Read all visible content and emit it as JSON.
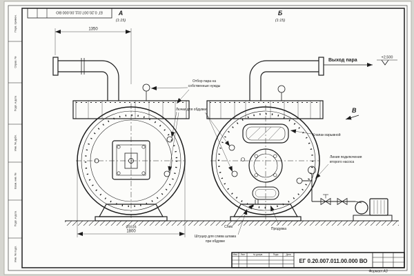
{
  "stamps": {
    "top_inverted": "ЕГ 0.20.007.011.00.000 ВО",
    "doc_number": "ЕГ 0.20.007.011.00.000 ВО",
    "format_label": "Формат А3",
    "header_cols": [
      "Изм.",
      "Лист",
      "№ докум.",
      "Подп.",
      "Дата"
    ]
  },
  "side_strip": {
    "cells": [
      "Перв. примен.",
      "Справ. №",
      "Подп. и дата",
      "Инв. № дубл.",
      "Взам. инв. №",
      "Подп. и дата",
      "Инв. № подл."
    ]
  },
  "views": {
    "a_label": "А",
    "a_scale": "(1:15)",
    "b_label": "Б",
    "b_scale": "(1:15)",
    "v_label": "В"
  },
  "dimensions": {
    "pipe_span": "1350",
    "base_width": "1800",
    "diameter": "Ø1616",
    "elevation": "+2,500"
  },
  "callouts": {
    "steam_outlet": "Выход пара",
    "own_needs_1": "Отбор пара на",
    "own_needs_2": "собственные нужды",
    "soot_hatches": "Лючки для обдувки",
    "explosion_valve": "Клапан взрывной",
    "pump_line_1": "Линия подключения",
    "pump_line_2": "второго насоса",
    "drain": "Слив",
    "blowdown": "Продувка",
    "sludge_1": "Штуцер для слива шлама",
    "sludge_2": "при обдувке"
  }
}
